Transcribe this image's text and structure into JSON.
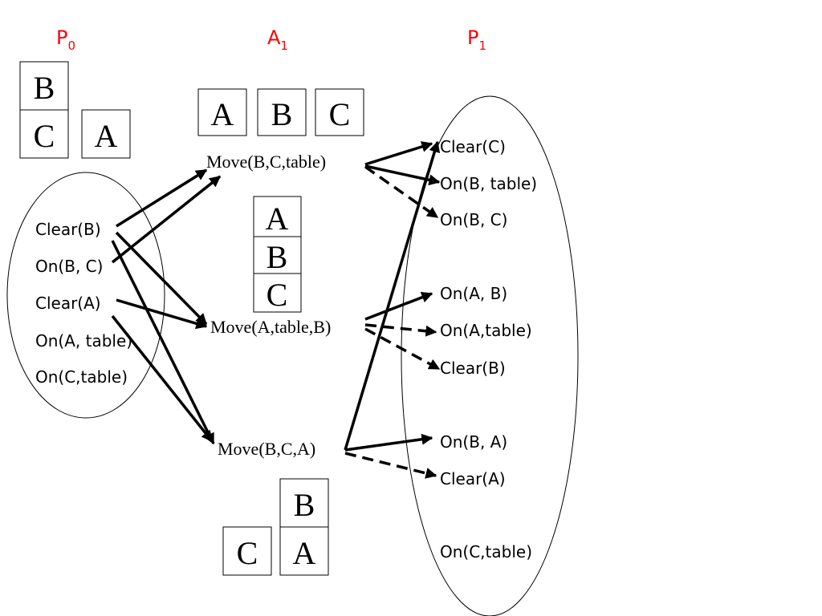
{
  "headers": {
    "p0": {
      "base": "P",
      "sub": "0"
    },
    "a1": {
      "base": "A",
      "sub": "1"
    },
    "p1": {
      "base": "P",
      "sub": "1"
    },
    "color": "#ff0000"
  },
  "blocks": {
    "state_p0": {
      "stack": [
        "B",
        "C"
      ],
      "single": "A"
    },
    "row_a1": [
      "A",
      "B",
      "C"
    ],
    "state_mid": [
      "A",
      "B",
      "C"
    ],
    "state_bottom": {
      "single": "C",
      "stack": [
        "B",
        "A"
      ]
    }
  },
  "p0_props": [
    "Clear(B)",
    "On(B, C)",
    "Clear(A)",
    "On(A, table)",
    "On(C,table)"
  ],
  "actions": [
    "Move(B,C,table)",
    "Move(A,table,B)",
    "Move(B,C,A)"
  ],
  "p1_props": [
    "Clear(C)",
    "On(B, table)",
    "On(B, C)",
    "On(A, B)",
    "On(A,table)",
    "Clear(B)",
    "On(B, A)",
    "Clear(A)",
    "On(C,table)"
  ]
}
